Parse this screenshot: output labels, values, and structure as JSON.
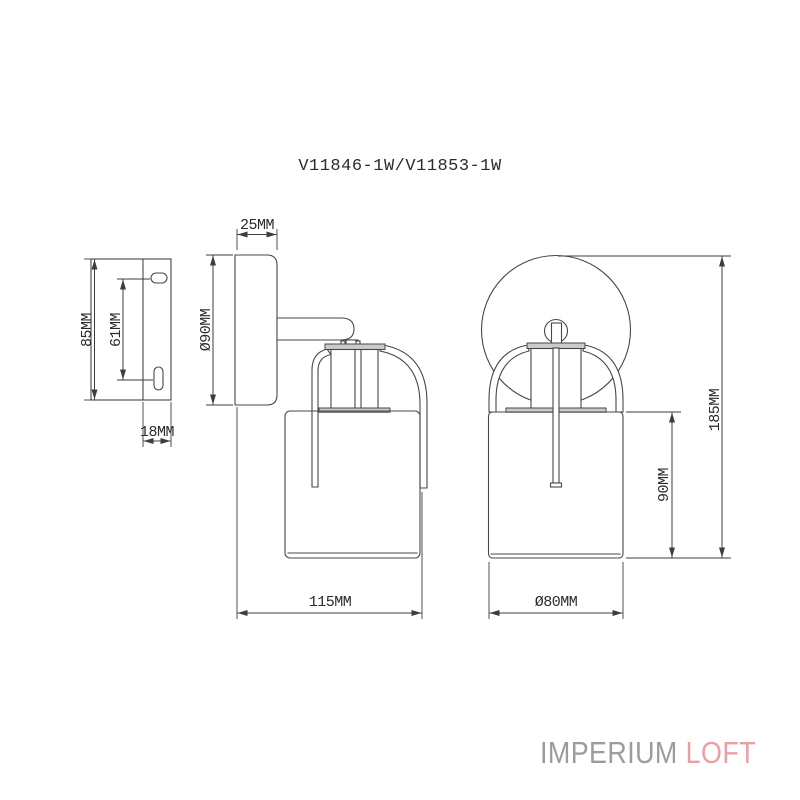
{
  "title": "V11846-1W/V11853-1W",
  "drawing": {
    "line_color": "#474747",
    "dimension_color": "#3d3d3d",
    "metal_fill_gray": "#cbcbcb",
    "background": "#ffffff"
  },
  "views": {
    "bracket_side": {
      "dims": {
        "height": "85MM",
        "hole_spacing": "61MM",
        "depth": "18MM"
      }
    },
    "lamp_side": {
      "dims": {
        "plate_depth": "25MM",
        "plate_diameter": "Ø90MM",
        "total_projection": "115MM"
      }
    },
    "lamp_front": {
      "dims": {
        "shade_height": "90MM",
        "total_height": "185MM",
        "shade_diameter": "Ø80MM"
      }
    }
  },
  "logo": {
    "part1": "IMPERIUM",
    "part2": "LOFT",
    "color1": "#9b9ba0",
    "color2": "#ea9fa2"
  }
}
